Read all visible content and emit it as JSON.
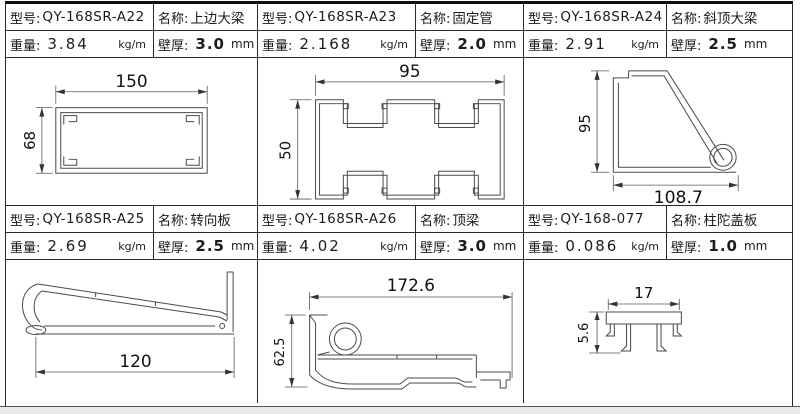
{
  "labels": {
    "model": "型号:",
    "name": "名称:",
    "weight": "重量:",
    "thickness": "壁厚:",
    "weight_unit": "kg/m",
    "thickness_unit": "mm"
  },
  "colors": {
    "line": "#4a4a4a",
    "border": "#262626",
    "background": "#ffffff",
    "footer": "#e9e9e9"
  },
  "cells": [
    {
      "model": "QY-168SR-A22",
      "name": "上边大梁",
      "weight": "3.84",
      "thickness": "3.0",
      "dims": {
        "width": "150",
        "height": "68"
      }
    },
    {
      "model": "QY-168SR-A23",
      "name": "固定管",
      "weight": "2.168",
      "thickness": "2.0",
      "dims": {
        "width": "95",
        "height": "50"
      }
    },
    {
      "model": "QY-168SR-A24",
      "name": "斜顶大梁",
      "weight": "2.91",
      "thickness": "2.5",
      "dims": {
        "width": "108.7",
        "height": "95"
      }
    },
    {
      "model": "QY-168SR-A25",
      "name": "转向板",
      "weight": "2.69",
      "thickness": "2.5",
      "dims": {
        "width": "120"
      }
    },
    {
      "model": "QY-168SR-A26",
      "name": "顶梁",
      "weight": "4.02",
      "thickness": "3.0",
      "dims": {
        "width": "172.6",
        "height": "62.5"
      }
    },
    {
      "model": "QY-168-077",
      "name": "柱陀盖板",
      "weight": "0.086",
      "thickness": "1.0",
      "dims": {
        "width": "17",
        "height": "5.6"
      }
    }
  ]
}
